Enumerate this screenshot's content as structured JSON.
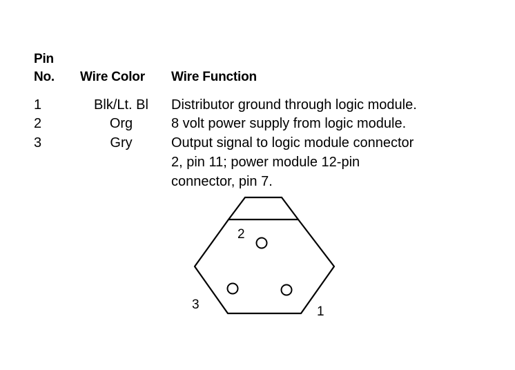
{
  "table": {
    "headers": {
      "pin_line1": "Pin",
      "pin_line2": "No.",
      "color": "Wire Color",
      "function": "Wire Function"
    },
    "rows": [
      {
        "pin": "1",
        "color": "Blk/Lt. Bl",
        "function": [
          "Distributor ground through logic module."
        ]
      },
      {
        "pin": "2",
        "color": "Org",
        "function": [
          "8 volt power supply from logic module."
        ]
      },
      {
        "pin": "3",
        "color": "Gry",
        "function": [
          "Output signal to logic module connector",
          "2, pin 11; power module 12-pin",
          "connector, pin 7."
        ]
      }
    ]
  },
  "connector": {
    "pin_labels": [
      "2",
      "3",
      "1"
    ]
  }
}
